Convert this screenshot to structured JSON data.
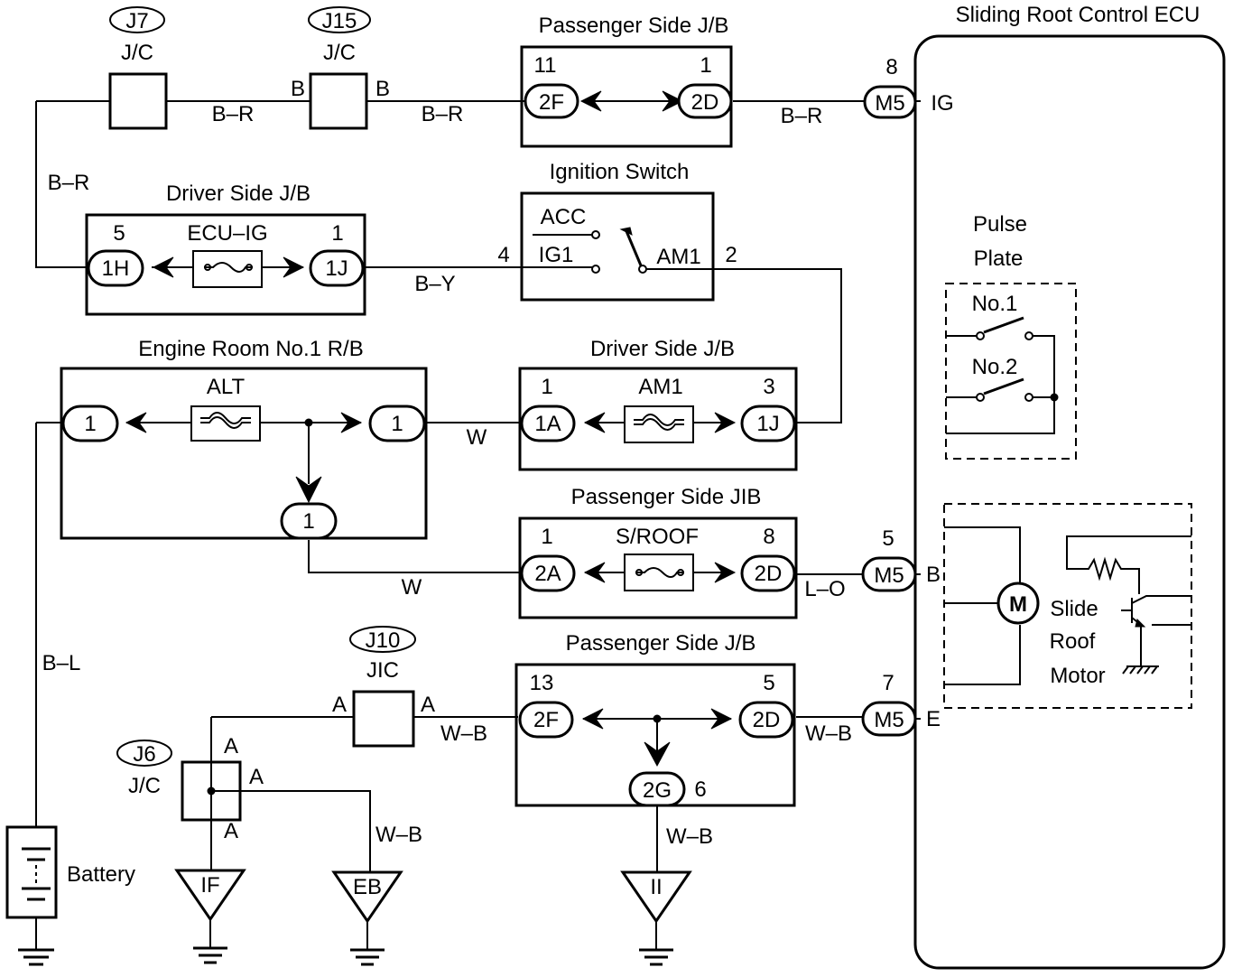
{
  "ecu": {
    "title": "Sliding Root Control ECU"
  },
  "junctions": {
    "j7": {
      "id": "J7",
      "type": "J/C"
    },
    "j15": {
      "id": "J15",
      "type": "J/C",
      "pin_left": "B",
      "pin_right": "B"
    },
    "j10": {
      "id": "J10",
      "type": "JIC",
      "pin_left": "A",
      "pin_right": "A"
    },
    "j6": {
      "id": "J6",
      "type": "J/C",
      "pin_top": "A",
      "pin_right": "A",
      "pin_bottom": "A"
    }
  },
  "pjb_top": {
    "title": "Passenger Side J/B",
    "left_pin": "11",
    "left_conn": "2F",
    "right_pin": "1",
    "right_conn": "2D"
  },
  "djb_top": {
    "title": "Driver Side J/B",
    "left_pin": "5",
    "left_conn": "1H",
    "fuse": "ECU–IG",
    "right_pin": "1",
    "right_conn": "1J"
  },
  "ignition": {
    "title": "Ignition Switch",
    "acc": "ACC",
    "ig1": "IG1",
    "am1": "AM1",
    "pin_left": "4",
    "pin_right": "2"
  },
  "engine_rb": {
    "title": "Engine Room No.1 R/B",
    "left_conn": "1",
    "fuse": "ALT",
    "right_conn": "1",
    "bottom_conn": "1"
  },
  "djb_mid": {
    "title": "Driver Side J/B",
    "left_pin": "1",
    "left_conn": "1A",
    "fuse": "AM1",
    "right_pin": "3",
    "right_conn": "1J"
  },
  "pjb_mid": {
    "title": "Passenger Side JIB",
    "left_pin": "1",
    "left_conn": "2A",
    "fuse": "S/ROOF",
    "right_pin": "8",
    "right_conn": "2D"
  },
  "pjb_bot": {
    "title": "Passenger Side J/B",
    "left_pin": "13",
    "left_conn": "2F",
    "right_pin": "5",
    "right_conn": "2D",
    "bottom_conn": "2G",
    "bottom_pin": "6"
  },
  "wires": {
    "br1": "B–R",
    "br2": "B–R",
    "br3": "B–R",
    "br4": "B–R",
    "by": "B–Y",
    "w1": "W",
    "w2": "W",
    "lo": "L–O",
    "bl": "B–L",
    "wb1": "W–B",
    "wb2": "W–B",
    "wb3": "W–B",
    "wb4": "W–B"
  },
  "m5": {
    "ig": {
      "conn": "M5",
      "pin": "8",
      "terminal": "IG"
    },
    "b": {
      "conn": "M5",
      "pin": "5",
      "terminal": "B"
    },
    "e": {
      "conn": "M5",
      "pin": "7",
      "terminal": "E"
    }
  },
  "pulse_plate": {
    "line1": "Pulse",
    "line2": "Plate",
    "sw1": "No.1",
    "sw2": "No.2"
  },
  "motor": {
    "symbol": "M",
    "line1": "Slide",
    "line2": "Roof",
    "line3": "Motor"
  },
  "grounds": {
    "if": "IF",
    "eb": "EB",
    "ii": "II"
  },
  "battery": {
    "label": "Battery"
  }
}
